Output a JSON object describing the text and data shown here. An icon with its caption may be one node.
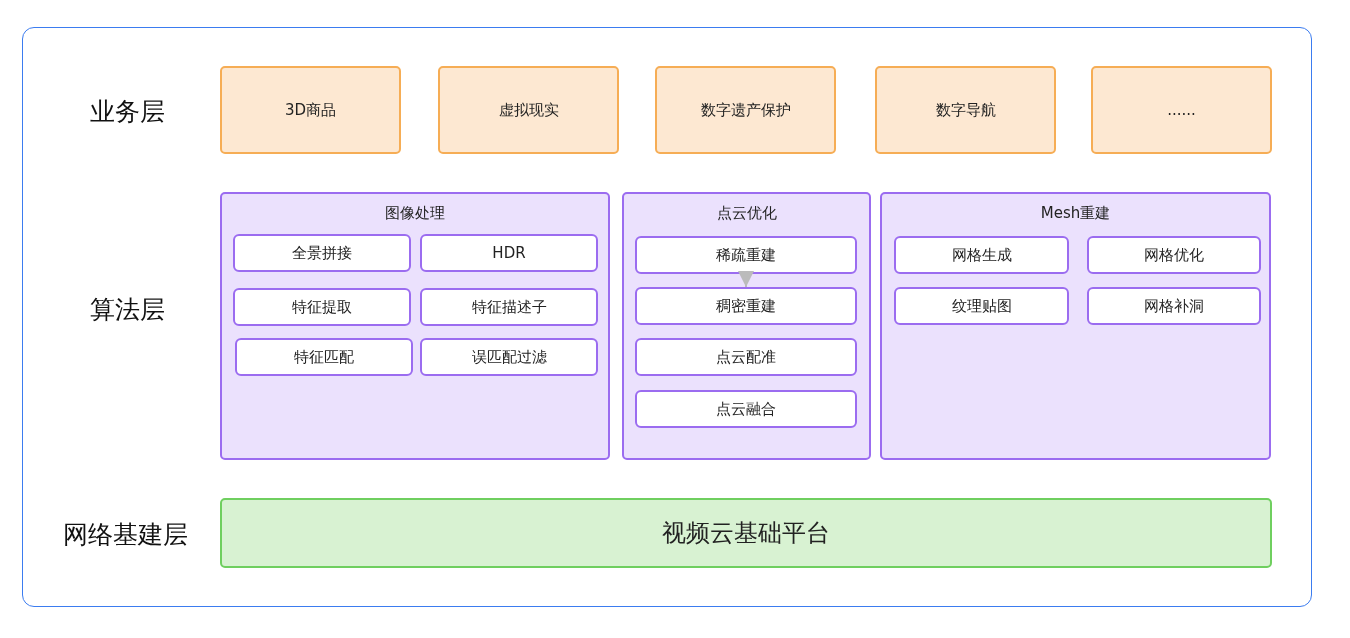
{
  "diagram": {
    "nodes": [
      {
        "text": [
          "3D商品"
        ]
      },
      {
        "text": [
          "虚拟现实"
        ]
      },
      {
        "text": [
          "数字遗产保护"
        ]
      },
      {
        "text": [
          "数字导航"
        ]
      },
      {
        "text": [
          "......"
        ]
      },
      {
        "text": [
          "图像处理"
        ]
      },
      {
        "text": [
          "全景拼接"
        ],
        "in": 5
      },
      {
        "text": [
          "HDR"
        ],
        "in": 5
      },
      {
        "text": [
          "特征提取"
        ],
        "in": 5
      },
      {
        "text": [
          "特征描述子"
        ],
        "in": 5
      },
      {
        "text": [
          "特征匹配"
        ],
        "in": 5
      },
      {
        "text": [
          "误匹配过滤"
        ],
        "in": 5
      },
      {
        "text": [
          "点云优化"
        ]
      },
      {
        "text": [
          "稀疏重建"
        ],
        "in": 12
      },
      {
        "text": [
          "稠密重建"
        ],
        "in": 12
      },
      {
        "text": [
          "点云配准"
        ],
        "in": 12
      },
      {
        "text": [
          "点云融合"
        ],
        "in": 12
      },
      {
        "text": [
          "Mesh重建"
        ]
      },
      {
        "text": [
          "网格生成"
        ],
        "in": 17
      },
      {
        "text": [
          "网格优化"
        ],
        "in": 17
      },
      {
        "text": [
          "纹理贴图"
        ],
        "in": 17
      },
      {
        "text": [
          "网格补洞"
        ],
        "in": 17
      },
      {
        "text": [
          "视频云基础平台"
        ]
      }
    ],
    "edges": [
      {
        "from": 13,
        "to": 14,
        "arrow": "to",
        "color": "#bbbbbb"
      }
    ],
    "labels": [
      "业务层",
      "算法层",
      "网络基建层"
    ]
  }
}
